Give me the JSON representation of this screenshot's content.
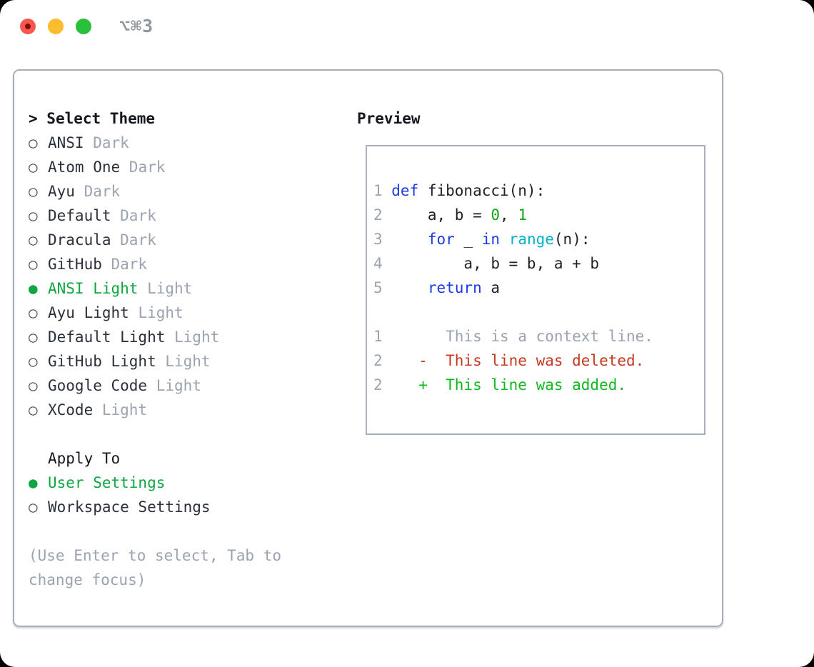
{
  "titlebar": {
    "shortcut": "⌥⌘3",
    "buttons": [
      "close",
      "minimize",
      "zoom"
    ]
  },
  "colors": {
    "accent_green": "#0ea641",
    "text_dark": "#2b313a",
    "header_black": "#14181e",
    "muted_gray": "#9aa3af",
    "border_gray": "#a6aeb9",
    "traffic_red": "#f9564d",
    "traffic_yellow": "#fdbc2f",
    "traffic_green": "#29c13c"
  },
  "theme_picker": {
    "cursor": "> ",
    "title": "Select Theme",
    "bullet_selected": "●",
    "bullet_unselected": "○",
    "items": [
      {
        "label": "ANSI",
        "tag": "Dark",
        "selected": false
      },
      {
        "label": "Atom One",
        "tag": "Dark",
        "selected": false
      },
      {
        "label": "Ayu",
        "tag": "Dark",
        "selected": false
      },
      {
        "label": "Default",
        "tag": "Dark",
        "selected": false
      },
      {
        "label": "Dracula",
        "tag": "Dark",
        "selected": false
      },
      {
        "label": "GitHub",
        "tag": "Dark",
        "selected": false
      },
      {
        "label": "ANSI Light",
        "tag": "Light",
        "selected": true
      },
      {
        "label": "Ayu Light",
        "tag": "Light",
        "selected": false
      },
      {
        "label": "Default Light",
        "tag": "Light",
        "selected": false
      },
      {
        "label": "GitHub Light",
        "tag": "Light",
        "selected": false
      },
      {
        "label": "Google Code",
        "tag": "Light",
        "selected": false
      },
      {
        "label": "XCode",
        "tag": "Light",
        "selected": false
      }
    ]
  },
  "apply_to": {
    "title": "Apply To",
    "options": [
      {
        "label": "User Settings",
        "selected": true
      },
      {
        "label": "Workspace Settings",
        "selected": false
      }
    ]
  },
  "hint": {
    "line1": "(Use Enter to select, Tab to",
    "line2": "change focus)"
  },
  "preview": {
    "title": "Preview",
    "syntax_colors": {
      "keyword": "#1d3be3",
      "builtin": "#00b2c7",
      "number": "#0ca616",
      "plain": "#1c2128",
      "line_num": "#9aa3af",
      "context": "#9aa3af",
      "deleted": "#c53a21",
      "added": "#10b81f"
    },
    "lines": [
      {
        "num": "1",
        "segs": [
          {
            "t": "def",
            "c": "keyword"
          },
          {
            "t": " fibonacci(n):",
            "c": "plain"
          }
        ]
      },
      {
        "num": "2",
        "segs": [
          {
            "t": "    a, b = ",
            "c": "plain"
          },
          {
            "t": "0",
            "c": "number"
          },
          {
            "t": ", ",
            "c": "plain"
          },
          {
            "t": "1",
            "c": "number"
          }
        ]
      },
      {
        "num": "3",
        "segs": [
          {
            "t": "    ",
            "c": "plain"
          },
          {
            "t": "for",
            "c": "keyword"
          },
          {
            "t": " _ ",
            "c": "plain"
          },
          {
            "t": "in",
            "c": "keyword"
          },
          {
            "t": " ",
            "c": "plain"
          },
          {
            "t": "range",
            "c": "builtin"
          },
          {
            "t": "(n):",
            "c": "plain"
          }
        ]
      },
      {
        "num": "4",
        "segs": [
          {
            "t": "        a, b = b, a + b",
            "c": "plain"
          }
        ]
      },
      {
        "num": "5",
        "segs": [
          {
            "t": "    ",
            "c": "plain"
          },
          {
            "t": "return",
            "c": "keyword"
          },
          {
            "t": " a",
            "c": "plain"
          }
        ]
      },
      {
        "num": "",
        "segs": []
      },
      {
        "num": "1",
        "segs": [
          {
            "t": "      This is a context line.",
            "c": "context"
          }
        ]
      },
      {
        "num": "2",
        "segs": [
          {
            "t": "   -  This line was deleted.",
            "c": "deleted"
          }
        ]
      },
      {
        "num": "2",
        "segs": [
          {
            "t": "   +  This line was added.",
            "c": "added"
          }
        ]
      }
    ]
  }
}
